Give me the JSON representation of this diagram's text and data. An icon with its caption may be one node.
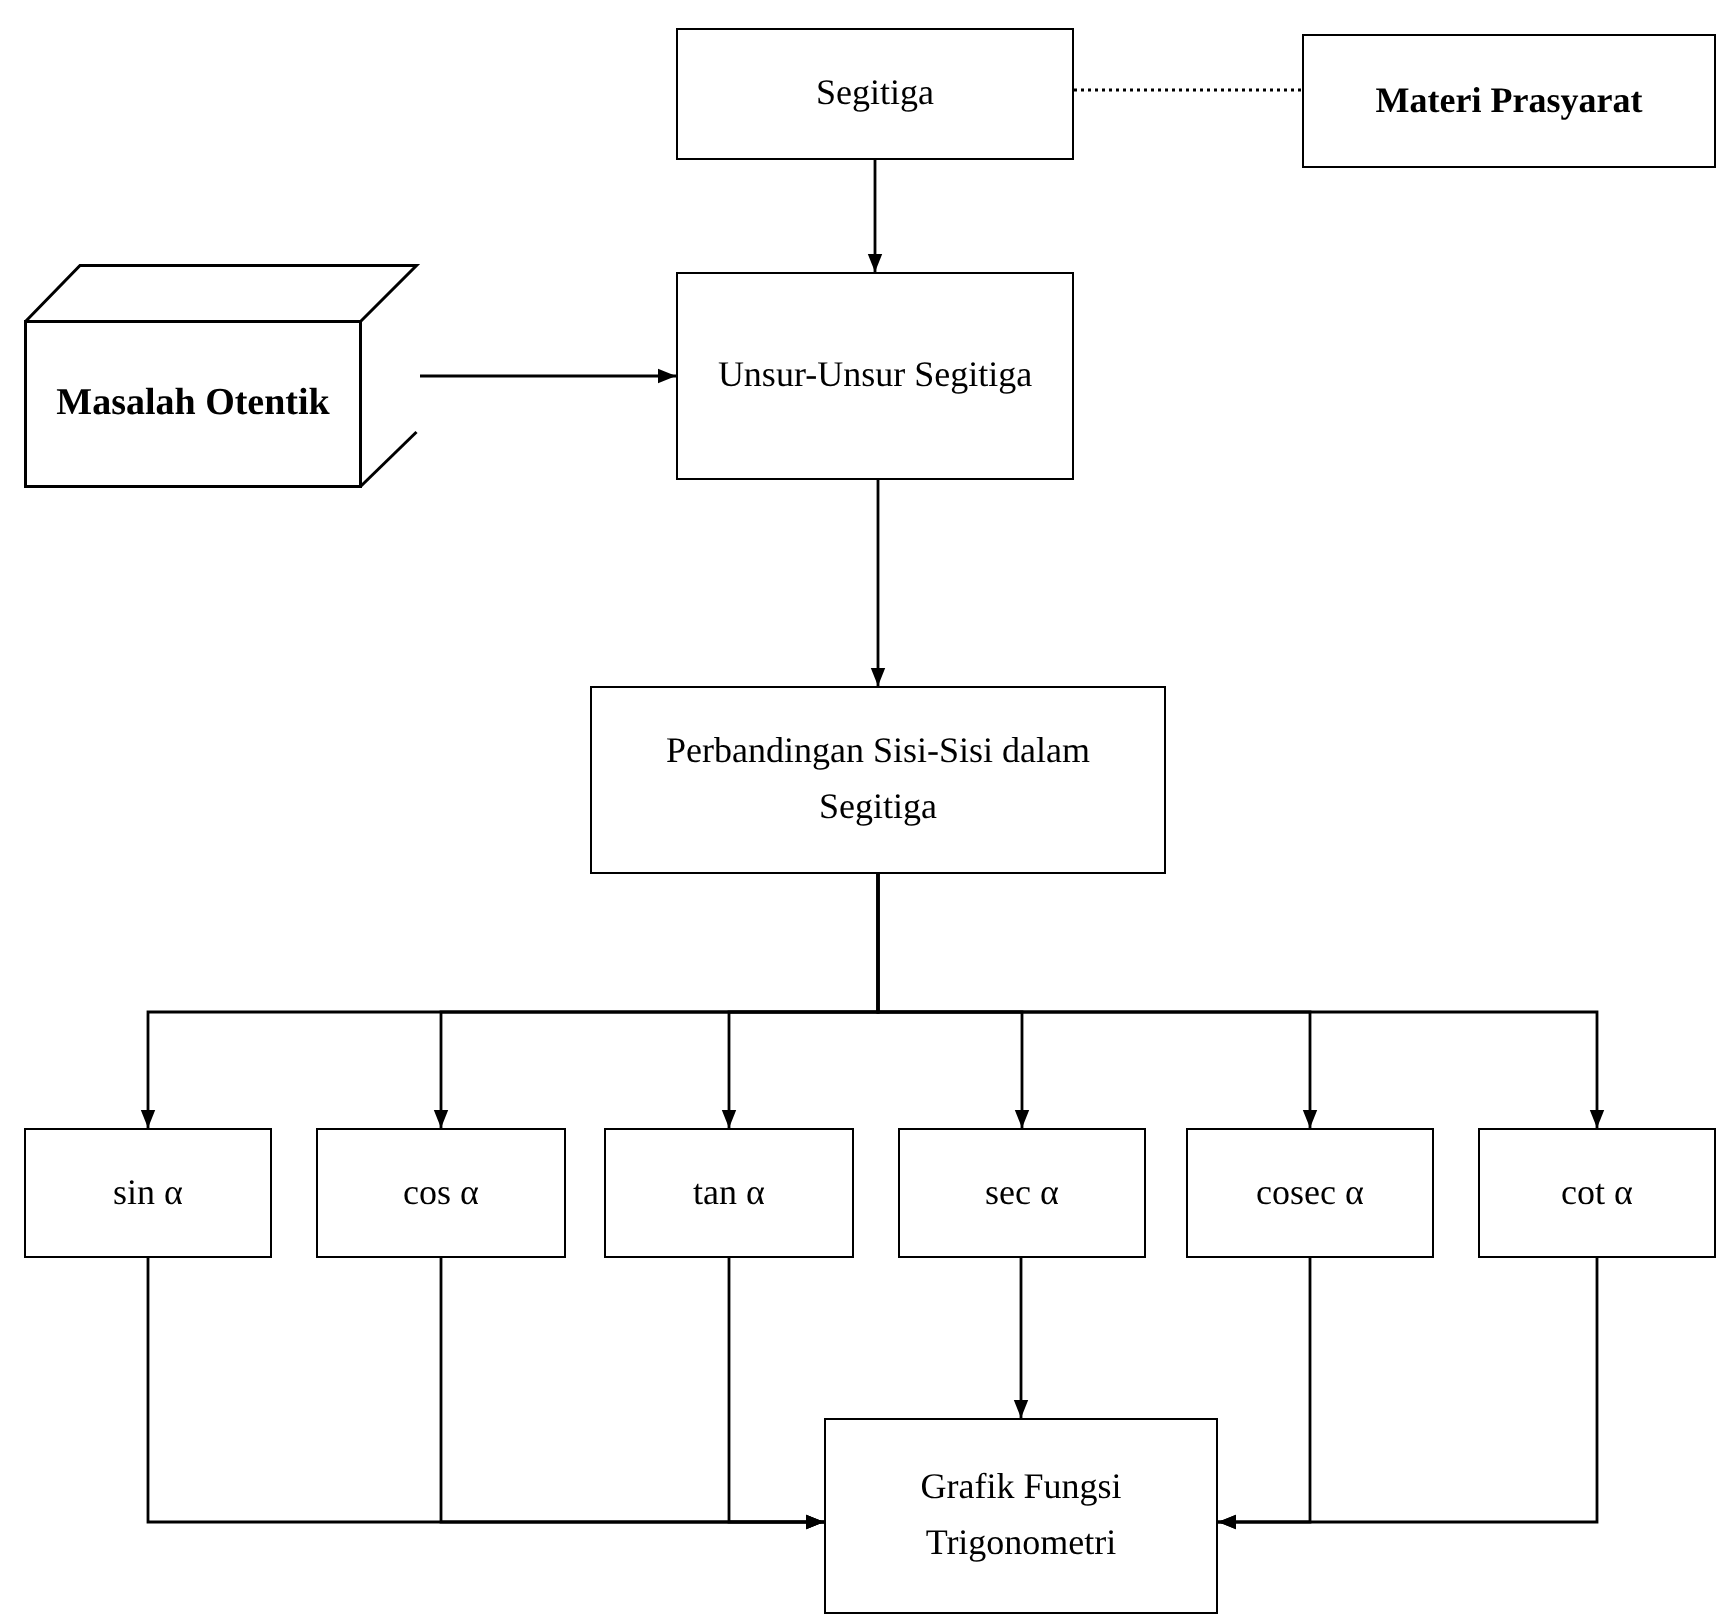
{
  "diagram": {
    "nodes": [
      {
        "text": [
          "Segitiga"
        ]
      },
      {
        "text": [
          "Materi Prasyarat"
        ]
      },
      {
        "text": [
          "Masalah Otentik"
        ]
      },
      {
        "text": [
          "Unsur-Unsur Segitiga"
        ]
      },
      {
        "text": [
          "Perbandingan Sisi-Sisi dalam Segitiga"
        ]
      },
      {
        "text": [
          "sin α"
        ]
      },
      {
        "text": [
          "cos α"
        ]
      },
      {
        "text": [
          "tan α"
        ]
      },
      {
        "text": [
          "sec α"
        ]
      },
      {
        "text": [
          "cosec α"
        ]
      },
      {
        "text": [
          "cot α"
        ]
      },
      {
        "text": [
          "Grafik Fungsi Trigonometri"
        ]
      }
    ],
    "edges": [
      {
        "from": 0,
        "to": 1,
        "arrow": "none",
        "style": "dashed"
      },
      {
        "from": 0,
        "to": 3,
        "arrow": "to"
      },
      {
        "from": 2,
        "to": 3,
        "arrow": "to"
      },
      {
        "from": 3,
        "to": 4,
        "arrow": "to"
      },
      {
        "from": 4,
        "to": 5,
        "arrow": "to"
      },
      {
        "from": 4,
        "to": 6,
        "arrow": "to"
      },
      {
        "from": 4,
        "to": 7,
        "arrow": "to"
      },
      {
        "from": 4,
        "to": 8,
        "arrow": "to"
      },
      {
        "from": 4,
        "to": 9,
        "arrow": "to"
      },
      {
        "from": 4,
        "to": 10,
        "arrow": "to"
      },
      {
        "from": 5,
        "to": 11,
        "arrow": "to"
      },
      {
        "from": 6,
        "to": 11,
        "arrow": "to"
      },
      {
        "from": 7,
        "to": 11,
        "arrow": "to"
      },
      {
        "from": 8,
        "to": 11,
        "arrow": "to"
      },
      {
        "from": 9,
        "to": 11,
        "arrow": "to"
      },
      {
        "from": 10,
        "to": 11,
        "arrow": "to"
      }
    ]
  }
}
